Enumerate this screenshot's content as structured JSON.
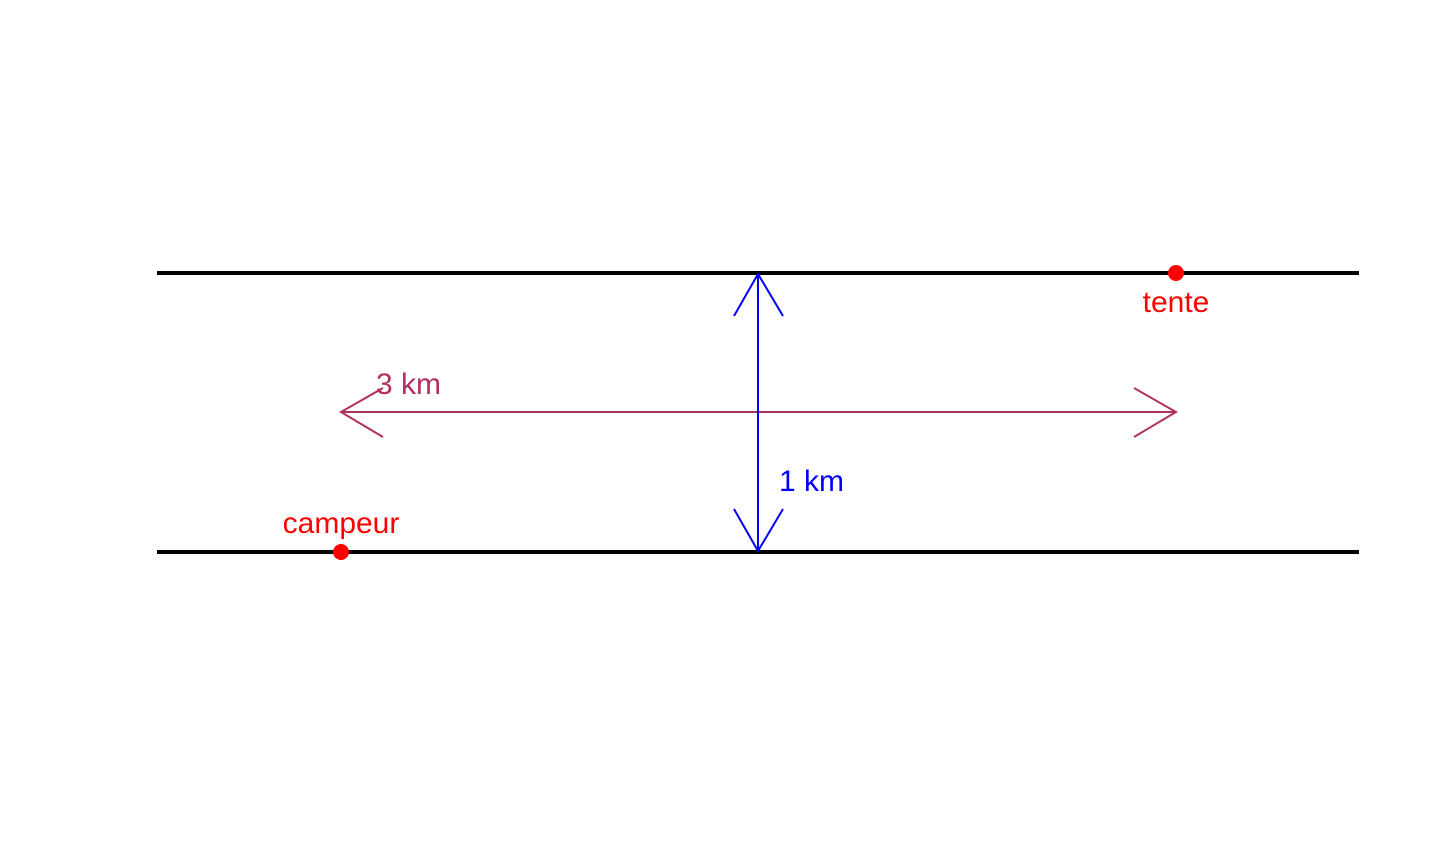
{
  "colors": {
    "background": "#ffffff",
    "river_bank": "#000000",
    "points": "#ff0000",
    "width_arrow": "#0000ff",
    "length_arrow": "#b03060"
  },
  "labels": {
    "tent": "tente",
    "camper": "campeur",
    "width": "1 km",
    "length": "3 km"
  }
}
